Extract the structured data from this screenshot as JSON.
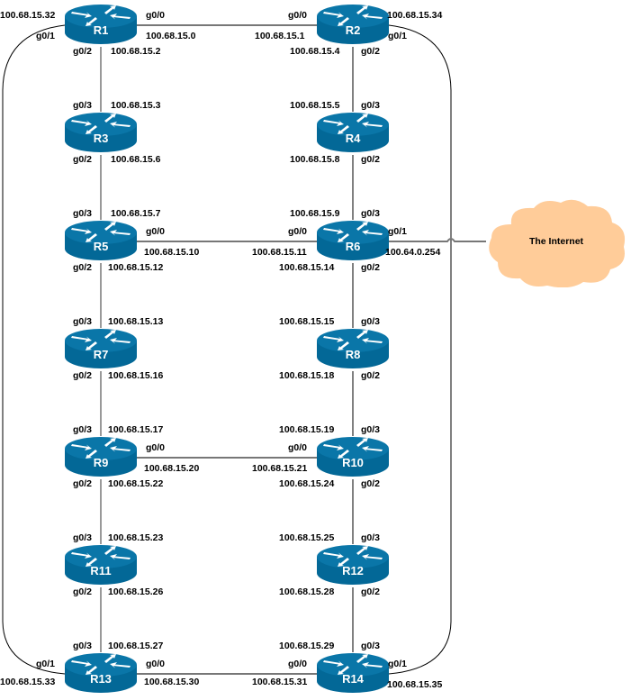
{
  "diagram": {
    "type": "network-topology",
    "colors": {
      "router_body": "#036897",
      "router_top": "#0a76a8",
      "router_arrows": "#ffffff",
      "link_gray": "#777777",
      "link_black": "#000000",
      "cloud_fill": "#ffcc99"
    },
    "cloud": {
      "label": "The Internet"
    },
    "routers": [
      {
        "id": "R1",
        "label": "R1"
      },
      {
        "id": "R2",
        "label": "R2"
      },
      {
        "id": "R3",
        "label": "R3"
      },
      {
        "id": "R4",
        "label": "R4"
      },
      {
        "id": "R5",
        "label": "R5"
      },
      {
        "id": "R6",
        "label": "R6"
      },
      {
        "id": "R7",
        "label": "R7"
      },
      {
        "id": "R8",
        "label": "R8"
      },
      {
        "id": "R9",
        "label": "R9"
      },
      {
        "id": "R10",
        "label": "R10"
      },
      {
        "id": "R11",
        "label": "R11"
      },
      {
        "id": "R12",
        "label": "R12"
      },
      {
        "id": "R13",
        "label": "R13"
      },
      {
        "id": "R14",
        "label": "R14"
      }
    ],
    "links": [
      {
        "a": "R1",
        "a_if": "g0/0",
        "a_ip": "100.68.15.0",
        "b": "R2",
        "b_if": "g0/0",
        "b_ip": "100.68.15.1"
      },
      {
        "a": "R1",
        "a_if": "g0/2",
        "a_ip": "100.68.15.2",
        "b": "R3",
        "b_if": "g0/3",
        "b_ip": "100.68.15.3"
      },
      {
        "a": "R2",
        "a_if": "g0/2",
        "a_ip": "100.68.15.4",
        "b": "R4",
        "b_if": "g0/3",
        "b_ip": "100.68.15.5"
      },
      {
        "a": "R3",
        "a_if": "g0/2",
        "a_ip": "100.68.15.6",
        "b": "R5",
        "b_if": "g0/3",
        "b_ip": "100.68.15.7"
      },
      {
        "a": "R4",
        "a_if": "g0/2",
        "a_ip": "100.68.15.8",
        "b": "R6",
        "b_if": "g0/3",
        "b_ip": "100.68.15.9"
      },
      {
        "a": "R5",
        "a_if": "g0/0",
        "a_ip": "100.68.15.10",
        "b": "R6",
        "b_if": "g0/0",
        "b_ip": "100.68.15.11"
      },
      {
        "a": "R5",
        "a_if": "g0/2",
        "a_ip": "100.68.15.12",
        "b": "R7",
        "b_if": "g0/3",
        "b_ip": "100.68.15.13"
      },
      {
        "a": "R6",
        "a_if": "g0/2",
        "a_ip": "100.68.15.14",
        "b": "R8",
        "b_if": "g0/3",
        "b_ip": "100.68.15.15"
      },
      {
        "a": "R7",
        "a_if": "g0/2",
        "a_ip": "100.68.15.16",
        "b": "R9",
        "b_if": "g0/3",
        "b_ip": "100.68.15.17"
      },
      {
        "a": "R8",
        "a_if": "g0/2",
        "a_ip": "100.68.15.18",
        "b": "R10",
        "b_if": "g0/3",
        "b_ip": "100.68.15.19"
      },
      {
        "a": "R9",
        "a_if": "g0/0",
        "a_ip": "100.68.15.20",
        "b": "R10",
        "b_if": "g0/0",
        "b_ip": "100.68.15.21"
      },
      {
        "a": "R9",
        "a_if": "g0/2",
        "a_ip": "100.68.15.22",
        "b": "R11",
        "b_if": "g0/3",
        "b_ip": "100.68.15.23"
      },
      {
        "a": "R10",
        "a_if": "g0/2",
        "a_ip": "100.68.15.24",
        "b": "R12",
        "b_if": "g0/3",
        "b_ip": "100.68.15.25"
      },
      {
        "a": "R11",
        "a_if": "g0/2",
        "a_ip": "100.68.15.26",
        "b": "R13",
        "b_if": "g0/3",
        "b_ip": "100.68.15.27"
      },
      {
        "a": "R12",
        "a_if": "g0/2",
        "a_ip": "100.68.15.28",
        "b": "R14",
        "b_if": "g0/3",
        "b_ip": "100.68.15.29"
      },
      {
        "a": "R13",
        "a_if": "g0/0",
        "a_ip": "100.68.15.30",
        "b": "R14",
        "b_if": "g0/0",
        "b_ip": "100.68.15.31"
      },
      {
        "a": "R1",
        "a_if": "g0/1",
        "a_ip": "100.68.15.32",
        "b": "R13",
        "b_if": "g0/1",
        "b_ip": "100.68.15.33"
      },
      {
        "a": "R2",
        "a_if": "g0/1",
        "a_ip": "100.68.15.34",
        "b": "R14",
        "b_if": "g0/1",
        "b_ip": "100.68.15.35"
      },
      {
        "a": "R6",
        "a_if": "g0/1",
        "a_ip": "100.64.0.254",
        "b": "Internet",
        "b_if": "",
        "b_ip": ""
      }
    ]
  },
  "labels": {
    "r1_g00": "g0/0",
    "r1_ip00": "100.68.15.0",
    "r1_g01": "g0/1",
    "r1_ip01": "100.68.15.32",
    "r1_g02": "g0/2",
    "r1_ip02": "100.68.15.2",
    "r2_g00": "g0/0",
    "r2_ip00": "100.68.15.1",
    "r2_g01": "g0/1",
    "r2_ip01": "100.68.15.34",
    "r2_g02": "g0/2",
    "r2_ip02": "100.68.15.4",
    "r3_g03": "g0/3",
    "r3_ip03": "100.68.15.3",
    "r3_g02": "g0/2",
    "r3_ip02": "100.68.15.6",
    "r4_g03": "g0/3",
    "r4_ip03": "100.68.15.5",
    "r4_g02": "g0/2",
    "r4_ip02": "100.68.15.8",
    "r5_g03": "g0/3",
    "r5_ip03": "100.68.15.7",
    "r5_g00": "g0/0",
    "r5_ip00": "100.68.15.10",
    "r5_g02": "g0/2",
    "r5_ip02": "100.68.15.12",
    "r6_g03": "g0/3",
    "r6_ip03": "100.68.15.9",
    "r6_g00": "g0/0",
    "r6_ip00": "100.68.15.11",
    "r6_g01": "g0/1",
    "r6_ip01": "100.64.0.254",
    "r6_g02": "g0/2",
    "r6_ip02": "100.68.15.14",
    "r7_g03": "g0/3",
    "r7_ip03": "100.68.15.13",
    "r7_g02": "g0/2",
    "r7_ip02": "100.68.15.16",
    "r8_g03": "g0/3",
    "r8_ip03": "100.68.15.15",
    "r8_g02": "g0/2",
    "r8_ip02": "100.68.15.18",
    "r9_g03": "g0/3",
    "r9_ip03": "100.68.15.17",
    "r9_g00": "g0/0",
    "r9_ip00": "100.68.15.20",
    "r9_g02": "g0/2",
    "r9_ip02": "100.68.15.22",
    "r10_g03": "g0/3",
    "r10_ip03": "100.68.15.19",
    "r10_g00": "g0/0",
    "r10_ip00": "100.68.15.21",
    "r10_g02": "g0/2",
    "r10_ip02": "100.68.15.24",
    "r11_g03": "g0/3",
    "r11_ip03": "100.68.15.23",
    "r11_g02": "g0/2",
    "r11_ip02": "100.68.15.26",
    "r12_g03": "g0/3",
    "r12_ip03": "100.68.15.25",
    "r12_g02": "g0/2",
    "r12_ip02": "100.68.15.28",
    "r13_g03": "g0/3",
    "r13_ip03": "100.68.15.27",
    "r13_g00": "g0/0",
    "r13_ip00": "100.68.15.30",
    "r13_g01": "g0/1",
    "r13_ip01": "100.68.15.33",
    "r14_g03": "g0/3",
    "r14_ip03": "100.68.15.29",
    "r14_g00": "g0/0",
    "r14_ip00": "100.68.15.31",
    "r14_g01": "g0/1",
    "r14_ip01": "100.68.15.35"
  }
}
